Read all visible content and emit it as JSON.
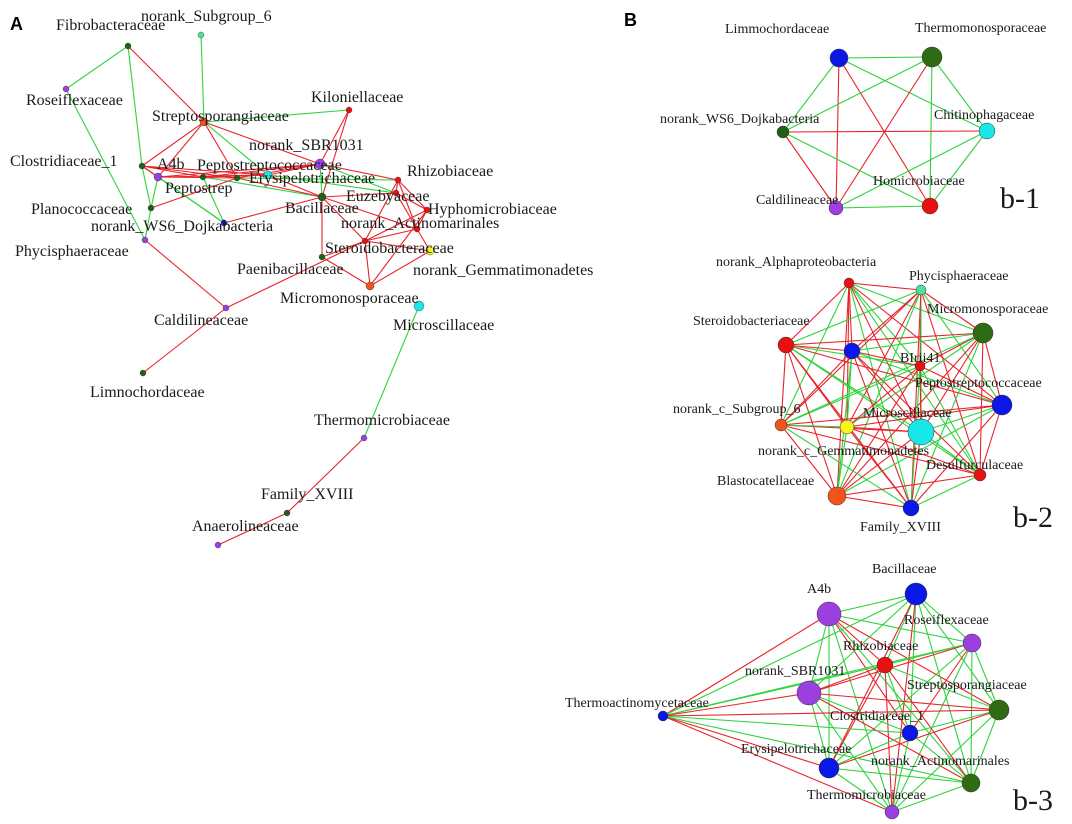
{
  "colors": {
    "positive_edge": "#e8232a",
    "negative_edge": "#2ed33c",
    "green_node": "#2e6b12",
    "dark_green_node": "#1f5f1a",
    "purple_node": "#9b3fe0",
    "blue_node": "#0a17e6",
    "red_node": "#e81010",
    "cyan_node": "#19e6e6",
    "orange_node": "#f0541a",
    "yellow_node": "#f6f61a",
    "mint_node": "#4fe09a"
  },
  "panels": {
    "A": {
      "label": "A",
      "nodes": [
        {
          "id": "subgroup6",
          "label": "norank_Subgroup_6",
          "color": "mint_node"
        },
        {
          "id": "fibro",
          "label": "Fibrobacteraceae",
          "color": "dark_green_node"
        },
        {
          "id": "roseif",
          "label": "Roseiflexaceae",
          "color": "purple_node"
        },
        {
          "id": "strepto",
          "label": "Streptosporangiaceae",
          "color": "orange_node"
        },
        {
          "id": "kilon",
          "label": "Kiloniellaceae",
          "color": "red_node"
        },
        {
          "id": "clostr",
          "label": "Clostridiaceae_1",
          "color": "dark_green_node"
        },
        {
          "id": "a4b",
          "label": "A4b",
          "color": "purple_node"
        },
        {
          "id": "peptostrepto",
          "label": "Peptostreptococcaceae",
          "color": "dark_green_node"
        },
        {
          "id": "sbr1031",
          "label": "norank_SBR1031",
          "color": "purple_node"
        },
        {
          "id": "peptostrep",
          "label": "Peptostrep",
          "color": "dark_green_node"
        },
        {
          "id": "erysip",
          "label": "Erysipelotrichaceae",
          "color": "cyan_node"
        },
        {
          "id": "rhizo",
          "label": "Rhizobiaceae",
          "color": "red_node"
        },
        {
          "id": "planoc",
          "label": "Planococcaceae",
          "color": "dark_green_node"
        },
        {
          "id": "bacill",
          "label": "Bacillaceae",
          "color": "dark_green_node"
        },
        {
          "id": "euzeby",
          "label": "Euzebyaceae",
          "color": "red_node"
        },
        {
          "id": "hypho",
          "label": "Hyphomicrobiaceae",
          "color": "red_node"
        },
        {
          "id": "ws6",
          "label": "norank_WS6_Dojkabacteria",
          "color": "blue_node"
        },
        {
          "id": "actino",
          "label": "norank_Actinomarinales",
          "color": "red_node"
        },
        {
          "id": "phycis",
          "label": "Phycisphaeraceae",
          "color": "purple_node"
        },
        {
          "id": "steroid",
          "label": "Steroidobacteraceae",
          "color": "red_node"
        },
        {
          "id": "gemma",
          "label": "norank_Gemmatimonadetes",
          "color": "yellow_node"
        },
        {
          "id": "paeni",
          "label": "Paenibacillaceae",
          "color": "dark_green_node"
        },
        {
          "id": "micromono",
          "label": "Micromonosporaceae",
          "color": "orange_node"
        },
        {
          "id": "microsc",
          "label": "Microscillaceae",
          "color": "cyan_node"
        },
        {
          "id": "caldil",
          "label": "Caldilineaceae",
          "color": "purple_node"
        },
        {
          "id": "limno",
          "label": "Limnochordaceae",
          "color": "dark_green_node"
        },
        {
          "id": "thermomi",
          "label": "Thermomicrobiaceae",
          "color": "purple_node"
        },
        {
          "id": "family18",
          "label": "Family_XVIII",
          "color": "dark_green_node"
        },
        {
          "id": "anaero",
          "label": "Anaerolineaceae",
          "color": "purple_node"
        }
      ]
    },
    "B": {
      "label": "B",
      "b1": {
        "tag": "b-1",
        "nodes": [
          {
            "id": "limmo",
            "label": "Limmochordaceae",
            "color": "blue_node"
          },
          {
            "id": "thermomono",
            "label": "Thermomonosporaceae",
            "color": "green_node"
          },
          {
            "id": "ws6",
            "label": "norank_WS6_Dojkabacteria",
            "color": "dark_green_node"
          },
          {
            "id": "chitino",
            "label": "Chitinophagaceae",
            "color": "cyan_node"
          },
          {
            "id": "caldil",
            "label": "Caldilineaceae",
            "color": "purple_node"
          },
          {
            "id": "homicro",
            "label": "Homicrobiaceae",
            "color": "red_node"
          }
        ]
      },
      "b2": {
        "tag": "b-2",
        "nodes": [
          {
            "id": "alpha",
            "label": "norank_Alphaproteobacteria",
            "color": "red_node"
          },
          {
            "id": "phycis",
            "label": "Phycisphaeraceae",
            "color": "mint_node"
          },
          {
            "id": "micromono",
            "label": "Micromonosporaceae",
            "color": "green_node"
          },
          {
            "id": "steroid",
            "label": "Steroidobacteriaceae",
            "color": "red_node"
          },
          {
            "id": "blue1",
            "label": "",
            "color": "blue_node"
          },
          {
            "id": "blrii41",
            "label": "BIrii41",
            "color": "red_node"
          },
          {
            "id": "pepto",
            "label": "Peptostreptococcaceae",
            "color": "blue_node"
          },
          {
            "id": "subg6",
            "label": "norank_c_Subgroup_6",
            "color": "orange_node"
          },
          {
            "id": "microsc",
            "label": "Microscillaceae",
            "color": "cyan_node"
          },
          {
            "id": "gemma",
            "label": "norank_c_Gemmatimonadetes",
            "color": "yellow_node"
          },
          {
            "id": "desulf",
            "label": "Desulfurculaceae",
            "color": "red_node"
          },
          {
            "id": "blasto",
            "label": "Blastocatellaceae",
            "color": "orange_node"
          },
          {
            "id": "family18",
            "label": "Family_XVIII",
            "color": "blue_node"
          }
        ]
      },
      "b3": {
        "tag": "b-3",
        "nodes": [
          {
            "id": "a4b",
            "label": "A4b",
            "color": "purple_node"
          },
          {
            "id": "bacill",
            "label": "Bacillaceae",
            "color": "blue_node"
          },
          {
            "id": "roseif",
            "label": "Roseiflexaceae",
            "color": "purple_node"
          },
          {
            "id": "rhizo",
            "label": "Rhizobiaceae",
            "color": "red_node"
          },
          {
            "id": "sbr1031",
            "label": "norank_SBR1031",
            "color": "purple_node"
          },
          {
            "id": "strepto",
            "label": "Streptosporangiaceae",
            "color": "green_node"
          },
          {
            "id": "thermoact",
            "label": "Thermoactinomycetaceae",
            "color": "blue_node"
          },
          {
            "id": "clostr",
            "label": "Clostridiaceae_1",
            "color": "blue_node"
          },
          {
            "id": "erysip",
            "label": "Erysipelotrichaceae",
            "color": "blue_node"
          },
          {
            "id": "actino",
            "label": "norank_Actinomarinales",
            "color": "green_node"
          },
          {
            "id": "thermomi",
            "label": "Thermomicrobiaceae",
            "color": "purple_node"
          }
        ]
      }
    }
  }
}
